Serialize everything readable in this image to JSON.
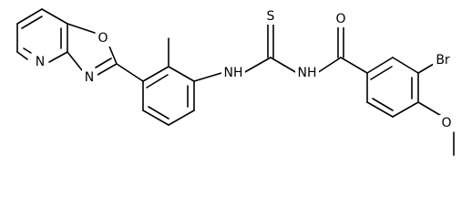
{
  "diagram": {
    "type": "chemical-structure",
    "background": "#ffffff",
    "line_color": "#000000",
    "atom_labels": {
      "ring_n": "N",
      "oxazole_o": "O",
      "oxazole_n": "N",
      "nh_left": "NH",
      "thione_s": "S",
      "nh_right": "NH",
      "carbonyl_o": "O",
      "bromo": "Br",
      "methoxy_o": "O"
    }
  }
}
